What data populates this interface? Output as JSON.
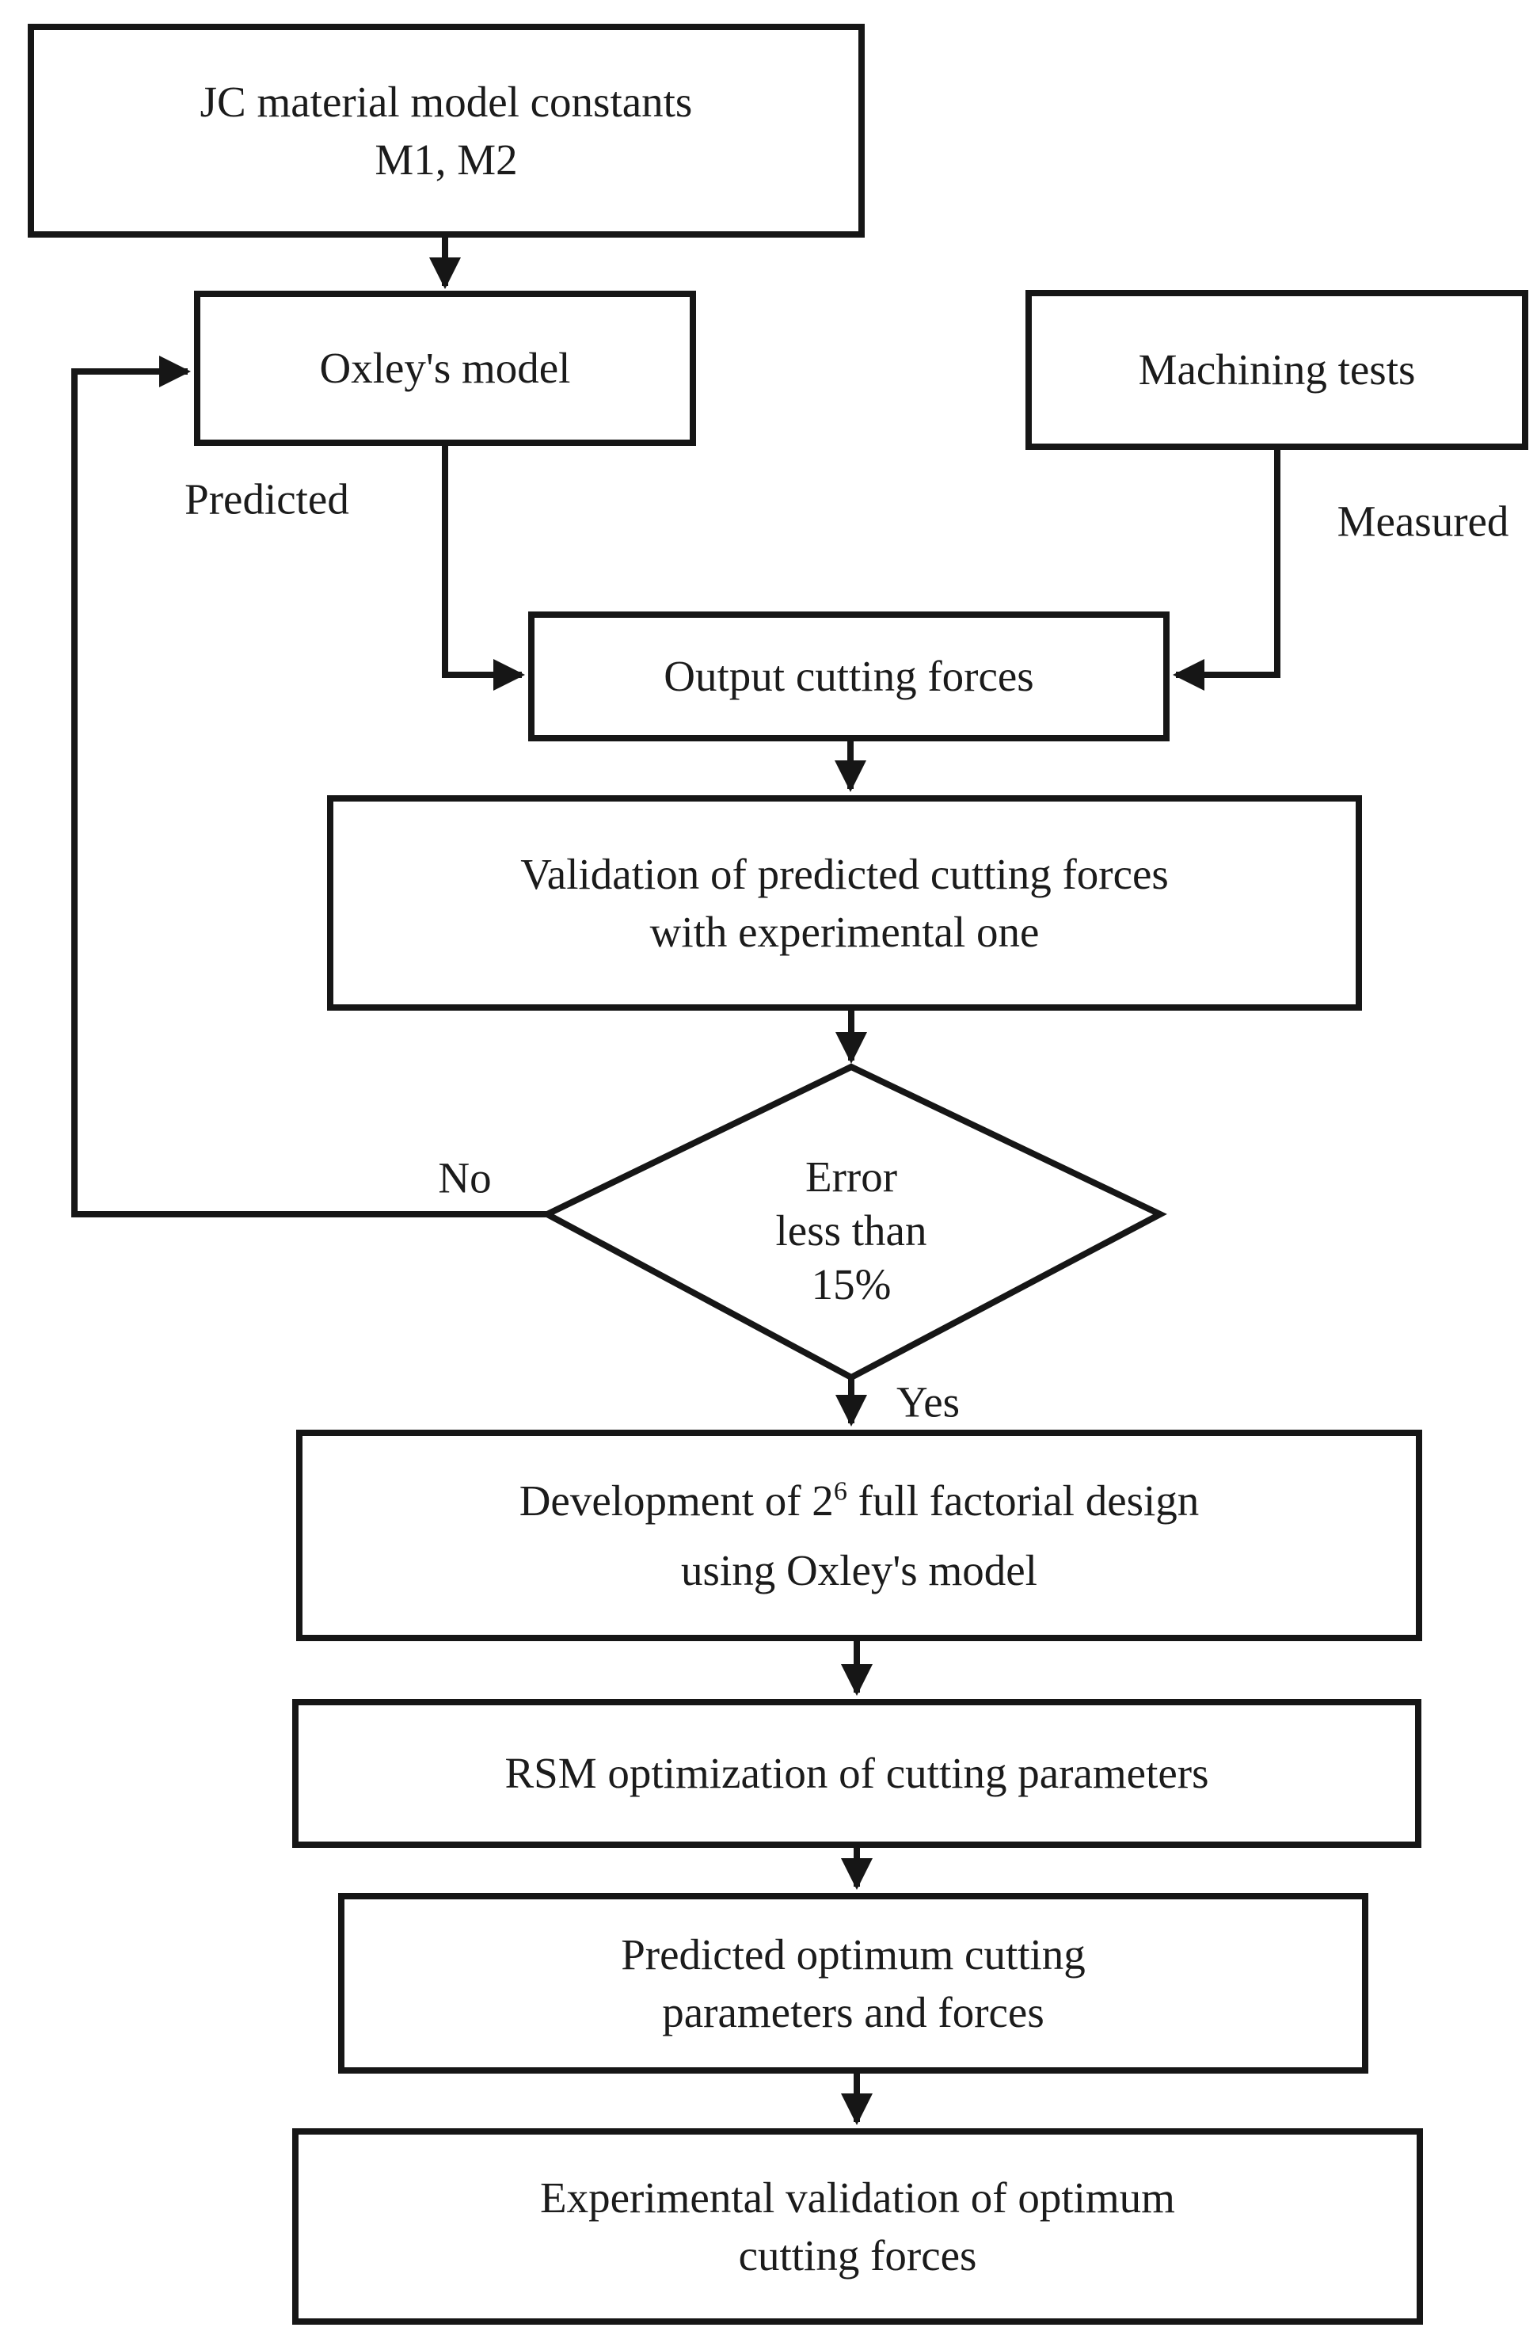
{
  "colors": {
    "ink": "#1b1b1b",
    "line": "#161616",
    "box-bg": "#ffffff",
    "page-bg": "#ffffff"
  },
  "nodes": {
    "jc": {
      "line1": "JC material model constants",
      "line2": "M1, M2"
    },
    "oxley": {
      "label": "Oxley's model"
    },
    "machining": {
      "label": "Machining tests"
    },
    "output": {
      "label": "Output cutting forces"
    },
    "validation": {
      "line1": "Validation of predicted cutting forces",
      "line2": "with experimental one"
    },
    "decision": {
      "line1": "Error",
      "line2": "less than",
      "line3": "15%"
    },
    "development": {
      "line1_pre": "Development of 2",
      "line1_sup": "6",
      "line1_post": " full factorial design",
      "line2": "using Oxley's model"
    },
    "rsm": {
      "label": "RSM optimization of cutting parameters"
    },
    "predicted_optimum": {
      "line1": "Predicted optimum cutting",
      "line2": "parameters and forces"
    },
    "experimental": {
      "line1": "Experimental validation of optimum",
      "line2": "cutting forces"
    }
  },
  "edge_labels": {
    "predicted": "Predicted",
    "measured": "Measured",
    "no": "No",
    "yes": "Yes"
  }
}
